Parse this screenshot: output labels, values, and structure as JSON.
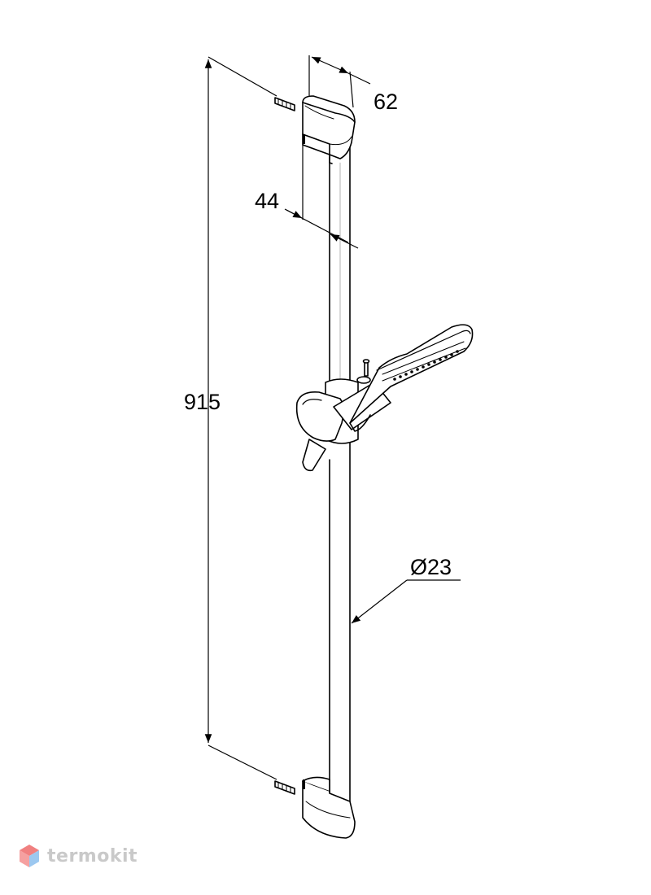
{
  "dimensions": {
    "total_height": "915",
    "bracket_depth": "62",
    "wall_offset": "44",
    "rail_diameter": "Ø23"
  },
  "watermark": {
    "text": "termokit",
    "logo_icon": "hexagon-cube-logo",
    "colors": {
      "top": "#f08080",
      "left": "#f5a0a0",
      "right": "#9cc8f0"
    }
  }
}
